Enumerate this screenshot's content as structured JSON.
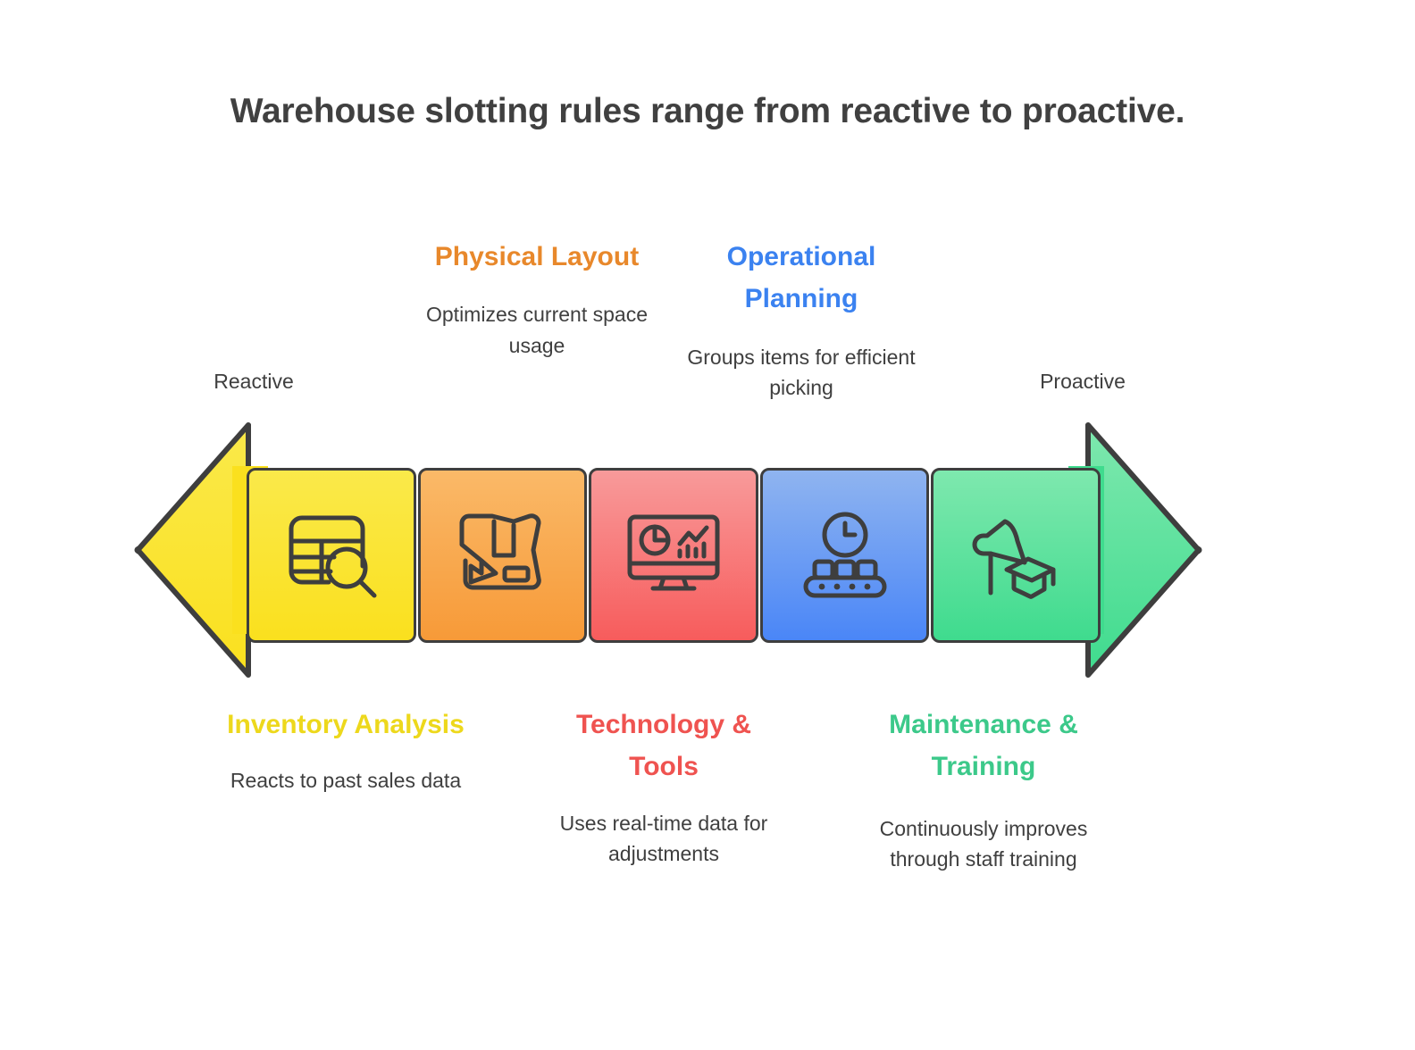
{
  "title": "Warehouse slotting rules range from reactive to proactive.",
  "axis": {
    "left_label": "Reactive",
    "right_label": "Proactive",
    "left_arrow_color": "#FAE01E",
    "right_arrow_color": "#3FDB8E",
    "outline_color": "#3E3E3E"
  },
  "stages": [
    {
      "id": "inventory-analysis",
      "heading": "Inventory Analysis",
      "description": "Reacts to past sales data",
      "position": "below",
      "color": "#EDD81C",
      "box_top_color": "#FAE94A",
      "box_bottom_color": "#FAE01E",
      "icon": "table-search-icon"
    },
    {
      "id": "physical-layout",
      "heading": "Physical Layout",
      "description": "Optimizes current space usage",
      "position": "above",
      "color": "#E8882B",
      "box_top_color": "#FAB968",
      "box_bottom_color": "#F79A38",
      "icon": "floor-plan-icon"
    },
    {
      "id": "technology-tools",
      "heading": "Technology & Tools",
      "description": "Uses real-time data for adjustments",
      "position": "below",
      "color": "#EF5350",
      "box_top_color": "#F89A9A",
      "box_bottom_color": "#F75C5C",
      "icon": "dashboard-monitor-icon"
    },
    {
      "id": "operational-planning",
      "heading": "Operational Planning",
      "description": "Groups items for efficient picking",
      "position": "above",
      "color": "#3B82F0",
      "box_top_color": "#8FB4F0",
      "box_bottom_color": "#4A86F7",
      "icon": "conveyor-clock-icon"
    },
    {
      "id": "maintenance-training",
      "heading": "Maintenance & Training",
      "description": "Continuously improves through staff training",
      "position": "below",
      "color": "#3CC98A",
      "box_top_color": "#7EE8AE",
      "box_bottom_color": "#3FDB8E",
      "icon": "flag-graduation-icon"
    }
  ]
}
